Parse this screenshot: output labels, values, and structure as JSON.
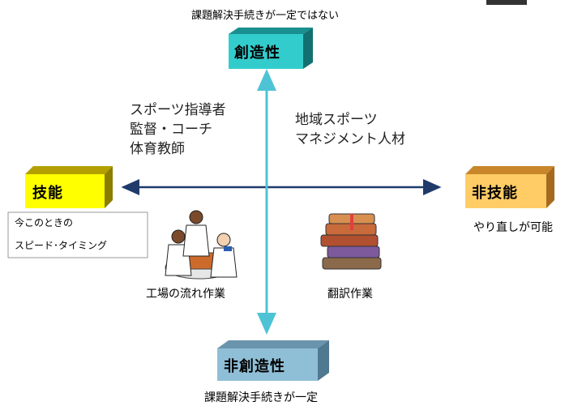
{
  "top": {
    "caption": "課題解決手続きが一定ではない",
    "box_label": "創造性",
    "box_color": "#33cccc"
  },
  "bottom": {
    "box_label": "非創造性",
    "caption": "課題解決手続きが一定",
    "box_color": "#8fbfd6"
  },
  "left": {
    "box_label": "技能",
    "box_color": "#ffff00",
    "note_lines": [
      "今このときの",
      "スピード･タイミング"
    ]
  },
  "right": {
    "box_label": "非技能",
    "box_color": "#ffcc66",
    "caption": "やり直しが可能"
  },
  "quadrant_top_left": {
    "lines": [
      "スポーツ指導者",
      "監督・コーチ",
      "体育教師"
    ]
  },
  "quadrant_top_right": {
    "lines": [
      "地域スポーツ",
      "マネジメント人材"
    ]
  },
  "quadrant_bottom_left": {
    "label": "工場の流れ作業",
    "icon": "workers-clipart-icon"
  },
  "quadrant_bottom_right": {
    "label": "翻訳作業",
    "icon": "books-clipart-icon"
  },
  "axis_colors": {
    "horizontal": "#1f3a6b",
    "vertical": "#4fc3d6"
  }
}
